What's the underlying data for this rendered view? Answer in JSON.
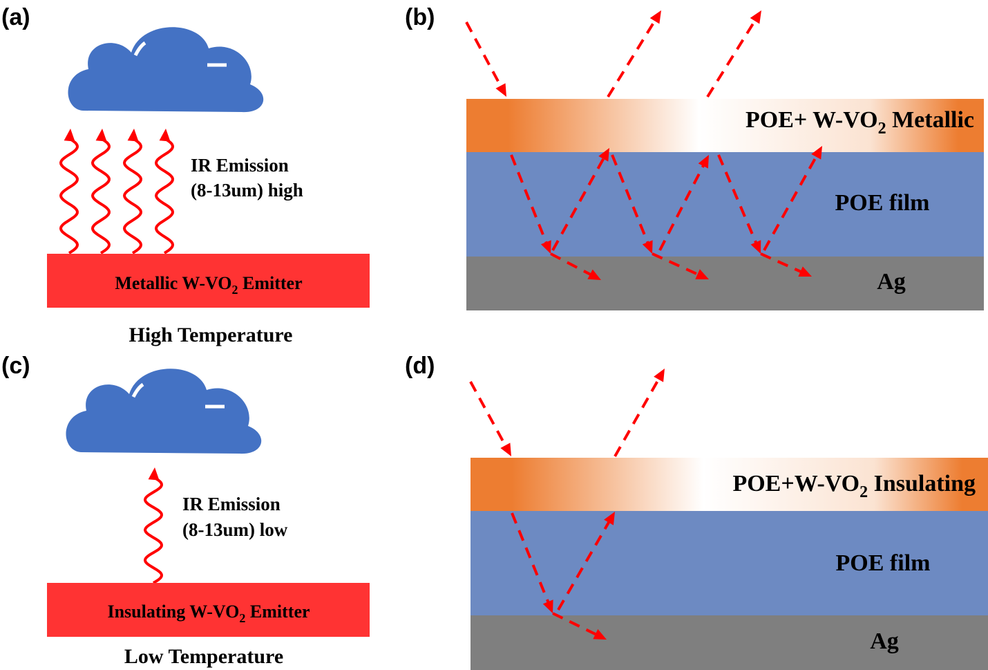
{
  "colors": {
    "cloud": "#4472c4",
    "emitter": "#ff3333",
    "ray": "#ff0000",
    "top_layer_edge": "#ed7d31",
    "top_layer_center": "#ffffff",
    "poe_film": "#6d8ac2",
    "ag": "#7f7f7f"
  },
  "icons": [
    "cloud-icon",
    "wavy-arrow-icon",
    "dashed-arrow-icon"
  ],
  "panel_a": {
    "label": "(a)",
    "ir_line1": "IR Emission",
    "ir_line2": "(8-13um) high",
    "emitter_pre": "Metallic W-VO",
    "emitter_sub": "2",
    "emitter_post": " Emitter",
    "temperature": "High Temperature"
  },
  "panel_b": {
    "label": "(b)",
    "top_pre": "POE+ W-VO",
    "top_sub": "2",
    "top_post": " Metallic",
    "film": "POE film",
    "ag": "Ag"
  },
  "panel_c": {
    "label": "(c)",
    "ir_line1": "IR Emission",
    "ir_line2": "(8-13um) low",
    "emitter_pre": "Insulating W-VO",
    "emitter_sub": "2",
    "emitter_post": " Emitter",
    "temperature": "Low Temperature"
  },
  "panel_d": {
    "label": "(d)",
    "top_pre": "POE+W-VO",
    "top_sub": "2",
    "top_post": " Insulating",
    "film": "POE film",
    "ag": "Ag"
  }
}
